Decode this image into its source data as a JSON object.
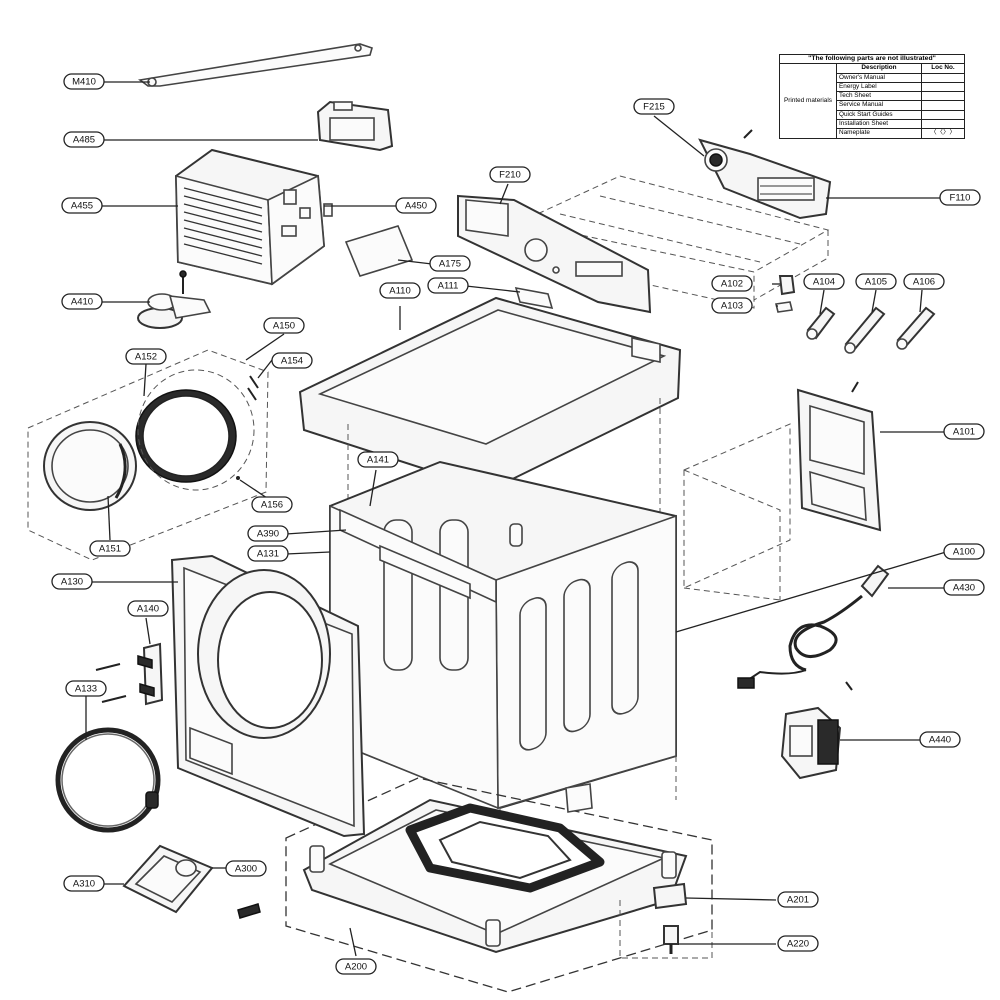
{
  "notice_table": {
    "title": "\"The following parts are not illustrated\"",
    "headers": {
      "description": "Description",
      "loc_no": "Loc No."
    },
    "group": "Printed materials",
    "rows": [
      {
        "description": "Owner's Manual",
        "loc_no": ""
      },
      {
        "description": "Energy Label",
        "loc_no": ""
      },
      {
        "description": "Tech Sheet",
        "loc_no": ""
      },
      {
        "description": "Service Manual",
        "loc_no": ""
      },
      {
        "description": "Quick Start Guides",
        "loc_no": ""
      },
      {
        "description": "Installation Sheet",
        "loc_no": ""
      },
      {
        "description": "Nameplate",
        "loc_no": "〈〈〉〉"
      }
    ]
  },
  "labels": {
    "M410": "M410",
    "A485": "A485",
    "A455": "A455",
    "A450": "A450",
    "A410": "A410",
    "A175": "A175",
    "A111": "A111",
    "A110": "A110",
    "A150": "A150",
    "A152": "A152",
    "A154": "A154",
    "A156": "A156",
    "A151": "A151",
    "A141": "A141",
    "A390": "A390",
    "A131": "A131",
    "A130": "A130",
    "A140": "A140",
    "A133": "A133",
    "A310": "A310",
    "A300": "A300",
    "A200": "A200",
    "A201": "A201",
    "A220": "A220",
    "A440": "A440",
    "A430": "A430",
    "A100": "A100",
    "A101": "A101",
    "A102": "A102",
    "A103": "A103",
    "A104": "A104",
    "A105": "A105",
    "A106": "A106",
    "F215": "F215",
    "F210": "F210",
    "F110": "F110"
  }
}
